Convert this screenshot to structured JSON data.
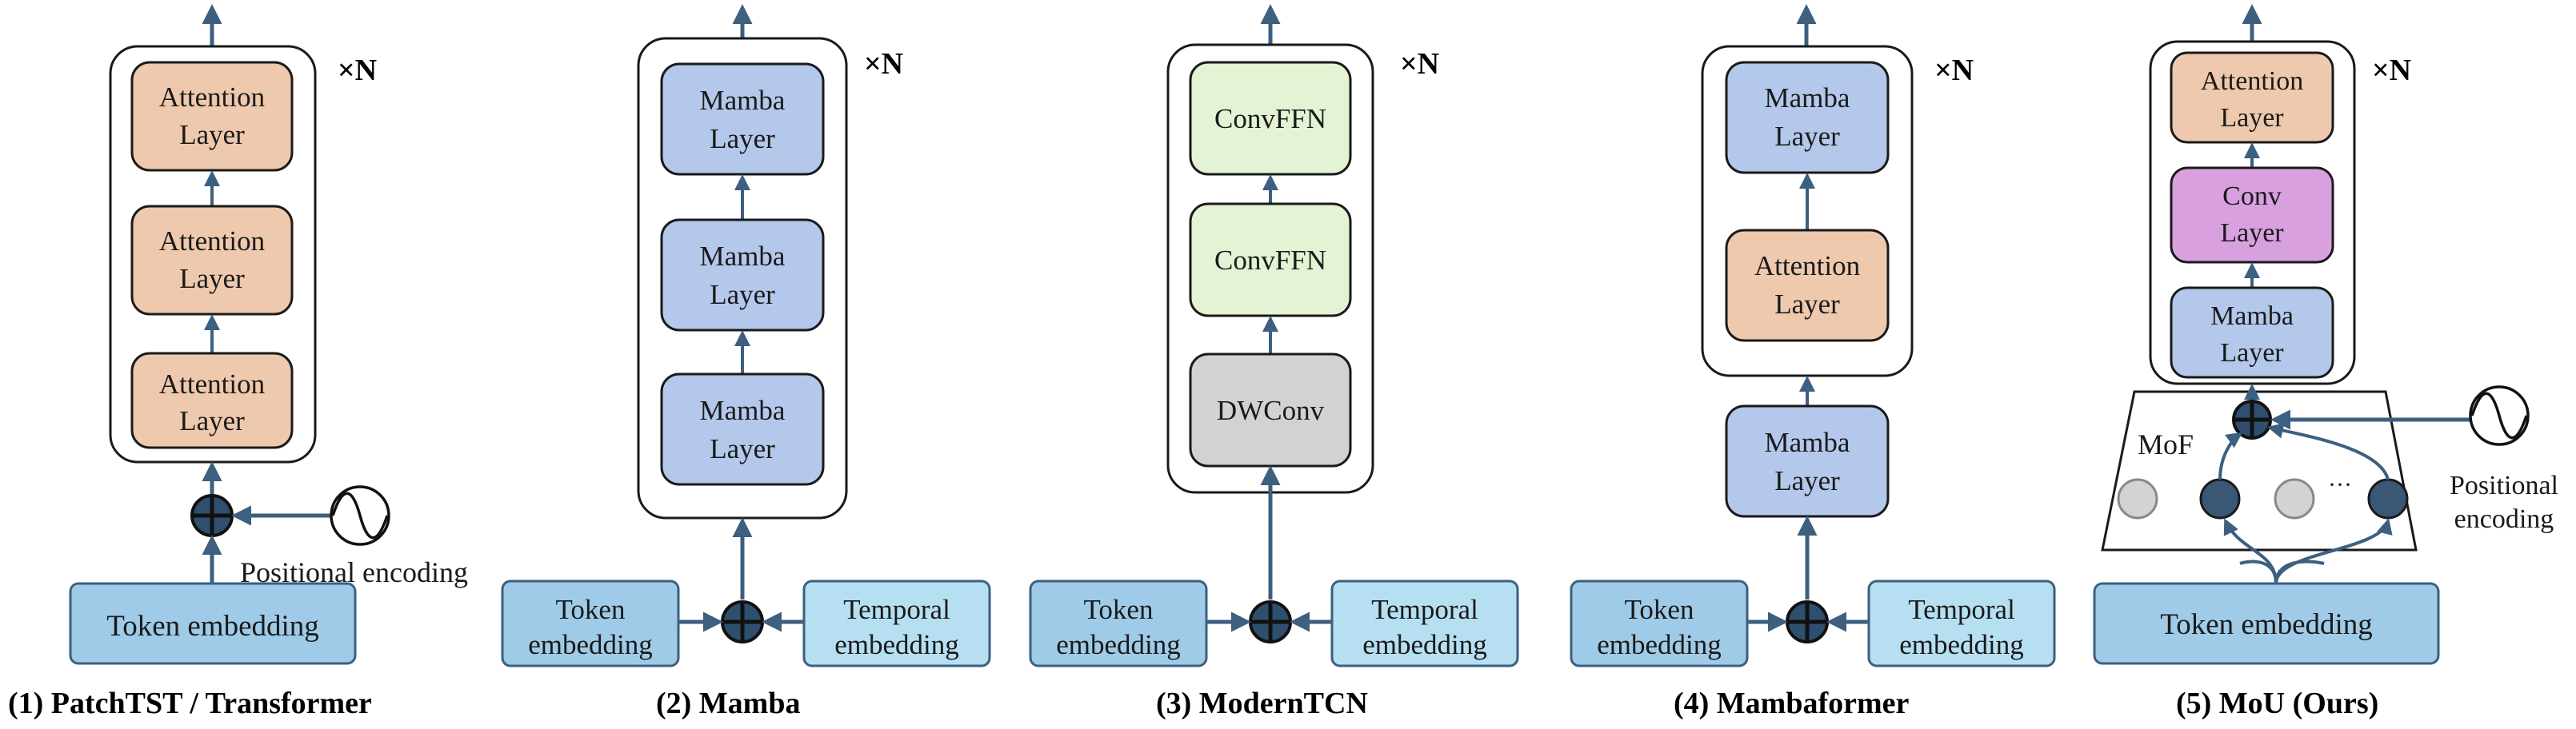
{
  "colors": {
    "attention": "#eec9ad",
    "mamba": "#b3c8eb",
    "convffn": "#e3f3d3",
    "dwconv": "#d2d2d2",
    "conv": "#d9a0e0",
    "token_embedding": "#9fcbe8",
    "temporal_embedding": "#b6dff2",
    "arrow": "#3d5f80",
    "node_fill": "#3a5775",
    "expert_inactive": "#d3d3d3"
  },
  "icons": [
    "circled-plus-icon",
    "sine-wave-icon",
    "arrow-up-icon"
  ],
  "panels": [
    {
      "caption": "(1) PatchTST / Transformer",
      "repeat": "×N",
      "layers": [
        [
          "Attention",
          "Layer"
        ],
        [
          "Attention",
          "Layer"
        ],
        [
          "Attention",
          "Layer"
        ]
      ],
      "positional": "Positional encoding",
      "token": [
        "Token embedding"
      ]
    },
    {
      "caption": "(2) Mamba",
      "repeat": "×N",
      "layers": [
        [
          "Mamba",
          "Layer"
        ],
        [
          "Mamba",
          "Layer"
        ],
        [
          "Mamba",
          "Layer"
        ]
      ],
      "token": [
        "Token",
        "embedding"
      ],
      "temporal": [
        "Temporal",
        "embedding"
      ]
    },
    {
      "caption": "(3) ModernTCN",
      "repeat": "×N",
      "layers": [
        [
          "ConvFFN"
        ],
        [
          "ConvFFN"
        ],
        [
          "DWConv"
        ]
      ],
      "token": [
        "Token",
        "embedding"
      ],
      "temporal": [
        "Temporal",
        "embedding"
      ]
    },
    {
      "caption": "(4) Mambaformer",
      "repeat": "×N",
      "layers": [
        [
          "Mamba",
          "Layer"
        ],
        [
          "Attention",
          "Layer"
        ]
      ],
      "pre_layer": [
        "Mamba",
        "Layer"
      ],
      "token": [
        "Token",
        "embedding"
      ],
      "temporal": [
        "Temporal",
        "embedding"
      ]
    },
    {
      "caption": "(5) MoU (Ours)",
      "repeat": "×N",
      "layers": [
        [
          "Attention",
          "Layer"
        ],
        [
          "Conv",
          "Layer"
        ],
        [
          "Mamba",
          "Layer"
        ]
      ],
      "mof": "MoF",
      "ellipsis": "···",
      "positional": [
        "Positional",
        "encoding"
      ],
      "token": [
        "Token embedding"
      ]
    }
  ]
}
